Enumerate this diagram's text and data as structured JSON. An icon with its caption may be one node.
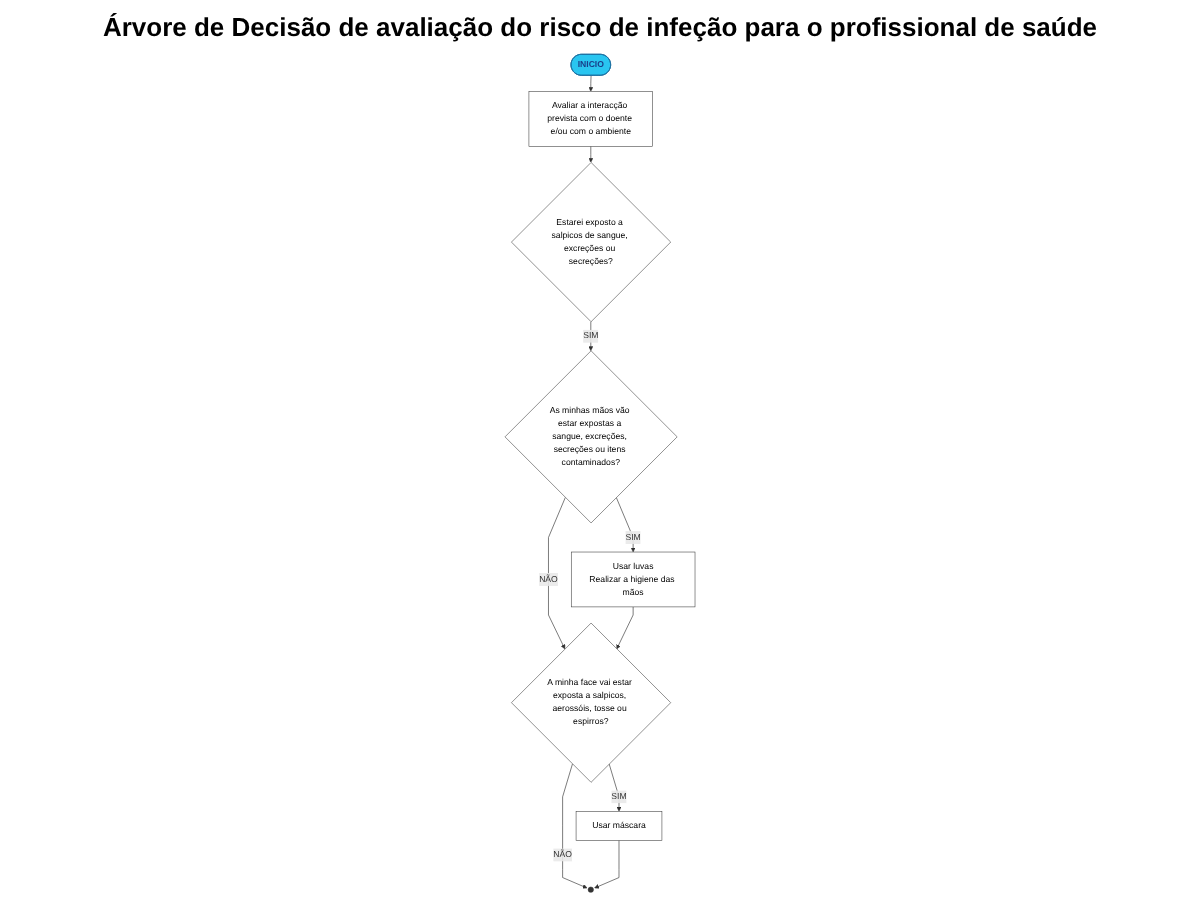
{
  "diagram": {
    "title": "Árvore de Decisão de avaliação do risco de infeção para o profissional de saúde",
    "nodes": [
      {
        "text": [
          "INICIO"
        ]
      },
      {
        "text": [
          "Avaliar a interacção prevista com o doente e/ou com o ambiente"
        ]
      },
      {
        "text": [
          "Estarei exposto a salpicos de sangue, excreções ou secreções?"
        ]
      },
      {
        "text": [
          "As minhas mãos vão estar expostas a sangue, excreções, secreções ou itens contaminados?"
        ]
      },
      {
        "text": [
          "Usar luvas",
          "Realizar a higiene das mãos"
        ]
      },
      {
        "text": [
          "A minha face vai estar exposta a salpicos, aerossóis, tosse ou espirros?"
        ]
      },
      {
        "text": [
          "Usar máscara"
        ]
      }
    ],
    "edges": [
      {
        "from": 0,
        "to": 1,
        "arrow": "to"
      },
      {
        "from": 1,
        "to": 2,
        "arrow": "to"
      },
      {
        "from": 2,
        "to": 3,
        "label": "SIM",
        "arrow": "to"
      },
      {
        "from": 3,
        "to": 4,
        "label": "SIM",
        "arrow": "to"
      },
      {
        "from": 3,
        "to": 5,
        "label": "NÃO",
        "arrow": "to"
      },
      {
        "from": 4,
        "to": 5,
        "arrow": "to"
      },
      {
        "from": 5,
        "to": 6,
        "label": "SIM",
        "arrow": "to"
      },
      {
        "from": 5,
        "to": null,
        "label": "NÃO",
        "arrow": "to"
      },
      {
        "from": 6,
        "to": null,
        "arrow": "to"
      }
    ]
  }
}
